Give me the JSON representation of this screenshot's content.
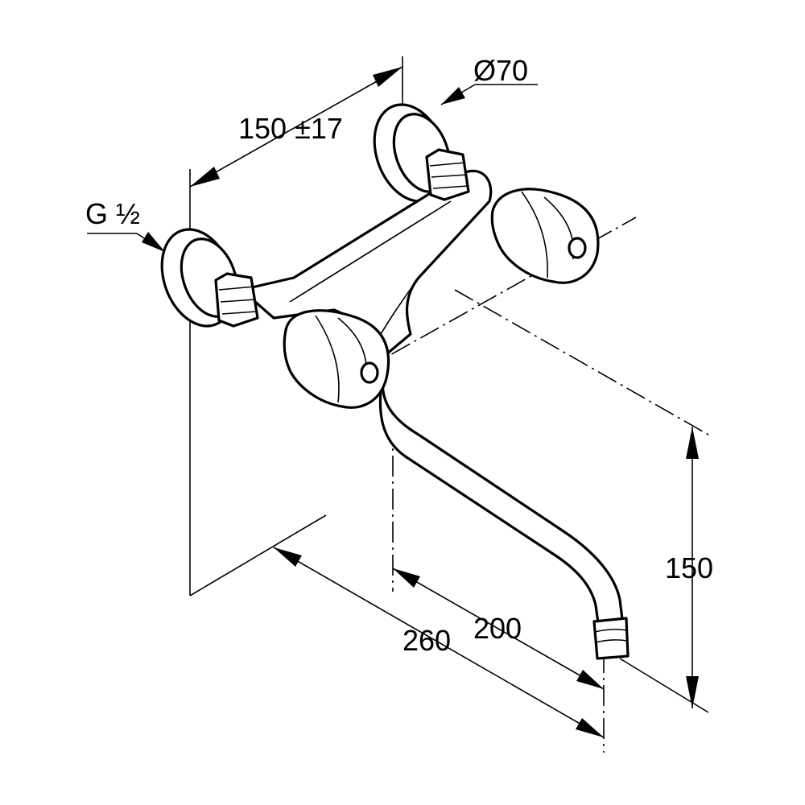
{
  "dimensions": {
    "wall_connection_thread": "G ½",
    "flange_diameter": "Ø70",
    "inlet_spacing": "150 ±17",
    "spout_height": "150",
    "spout_reach_from_axis": "200",
    "spout_reach_from_wall": "260"
  },
  "colors": {
    "line": "#000000",
    "background": "#ffffff"
  }
}
